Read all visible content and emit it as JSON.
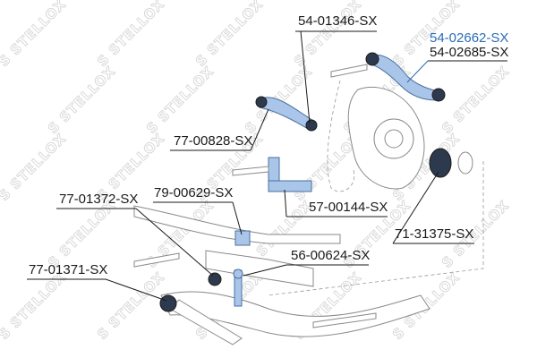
{
  "watermark": "STELLOX",
  "colors": {
    "highlight_part": "#a9c6ea",
    "blue_label": "#2a6cb5",
    "label": "#1a1a1a"
  },
  "labels": {
    "arm_upper_left": "54-01346-SX",
    "arm_upper_right_1": "54-02662-SX",
    "arm_upper_right_2": "54-02685-SX",
    "bushing_arm": "77-00828-SX",
    "bushing_stab": "77-01372-SX",
    "stab_bushing": "79-00629-SX",
    "toe_link": "57-00144-SX",
    "hub_bushing": "71-31375-SX",
    "stab_link": "56-00624-SX",
    "lower_arm_bushing": "77-01371-SX"
  }
}
